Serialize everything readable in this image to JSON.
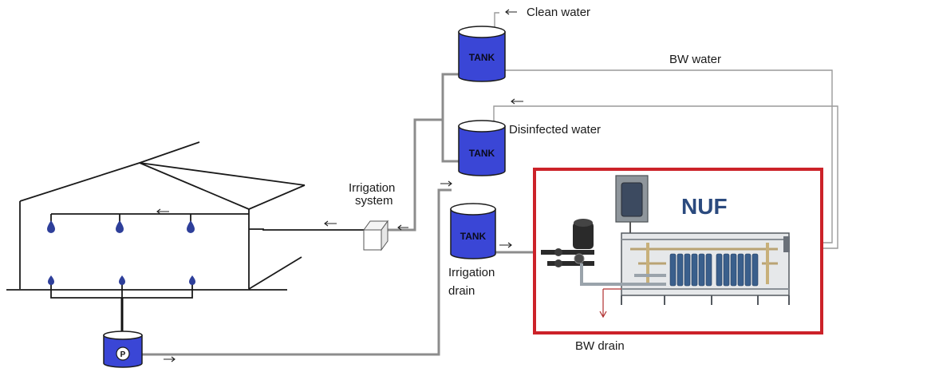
{
  "labels": {
    "clean_water": "Clean water",
    "bw_water": "BW water",
    "disinfected_water": "Disinfected water",
    "irrigation_system_line1": "Irrigation",
    "irrigation_system_line2": "system",
    "irrigation_drain_line1": "Irrigation",
    "irrigation_drain_line2": "drain",
    "nuf": "NUF",
    "bw_drain": "BW drain"
  },
  "tanks": {
    "clean_tank": "TANK",
    "disinfected_tank": "TANK",
    "drain_tank": "TANK",
    "pump": "P"
  },
  "colors": {
    "tank_blue": "#3a46d6",
    "tank_top": "#ffffff",
    "pipe_gray": "#8c8c8c",
    "nuf_frame_red": "#cc2229",
    "nuf_title_blue": "#2b4a7e",
    "drop_blue": "#2e3f9a",
    "bw_drain_arrow": "#b03030"
  }
}
